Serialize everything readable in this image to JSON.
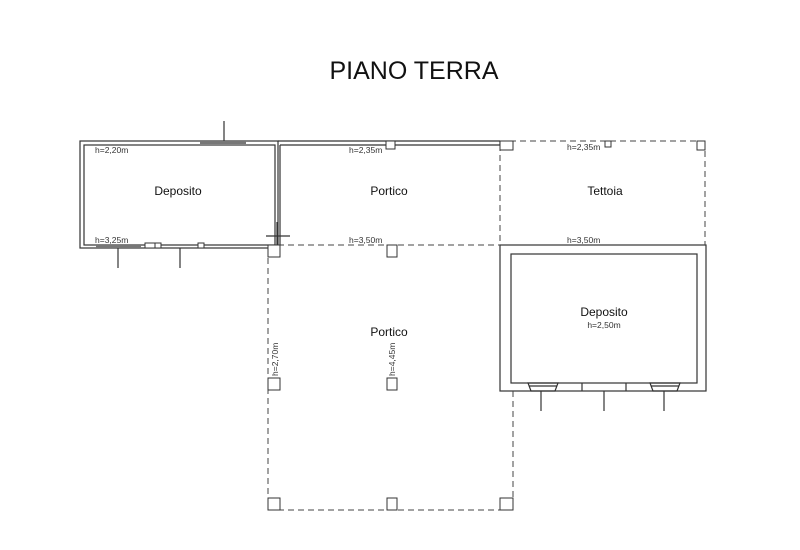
{
  "title": "PIANO TERRA",
  "rooms": [
    {
      "name": "Deposito",
      "heights": [
        "h=2,20m",
        "h=3,25m"
      ]
    },
    {
      "name": "Portico",
      "heights": [
        "h=2,35m",
        "h=3,50m"
      ]
    },
    {
      "name": "Tettoia",
      "heights": [
        "h=2,35m",
        "h=3,50m"
      ]
    },
    {
      "name": "Deposito",
      "heights": [
        "h=2,50m"
      ]
    },
    {
      "name": "Portico",
      "heights": [
        "h=2,70m",
        "h=4,45m"
      ]
    }
  ]
}
